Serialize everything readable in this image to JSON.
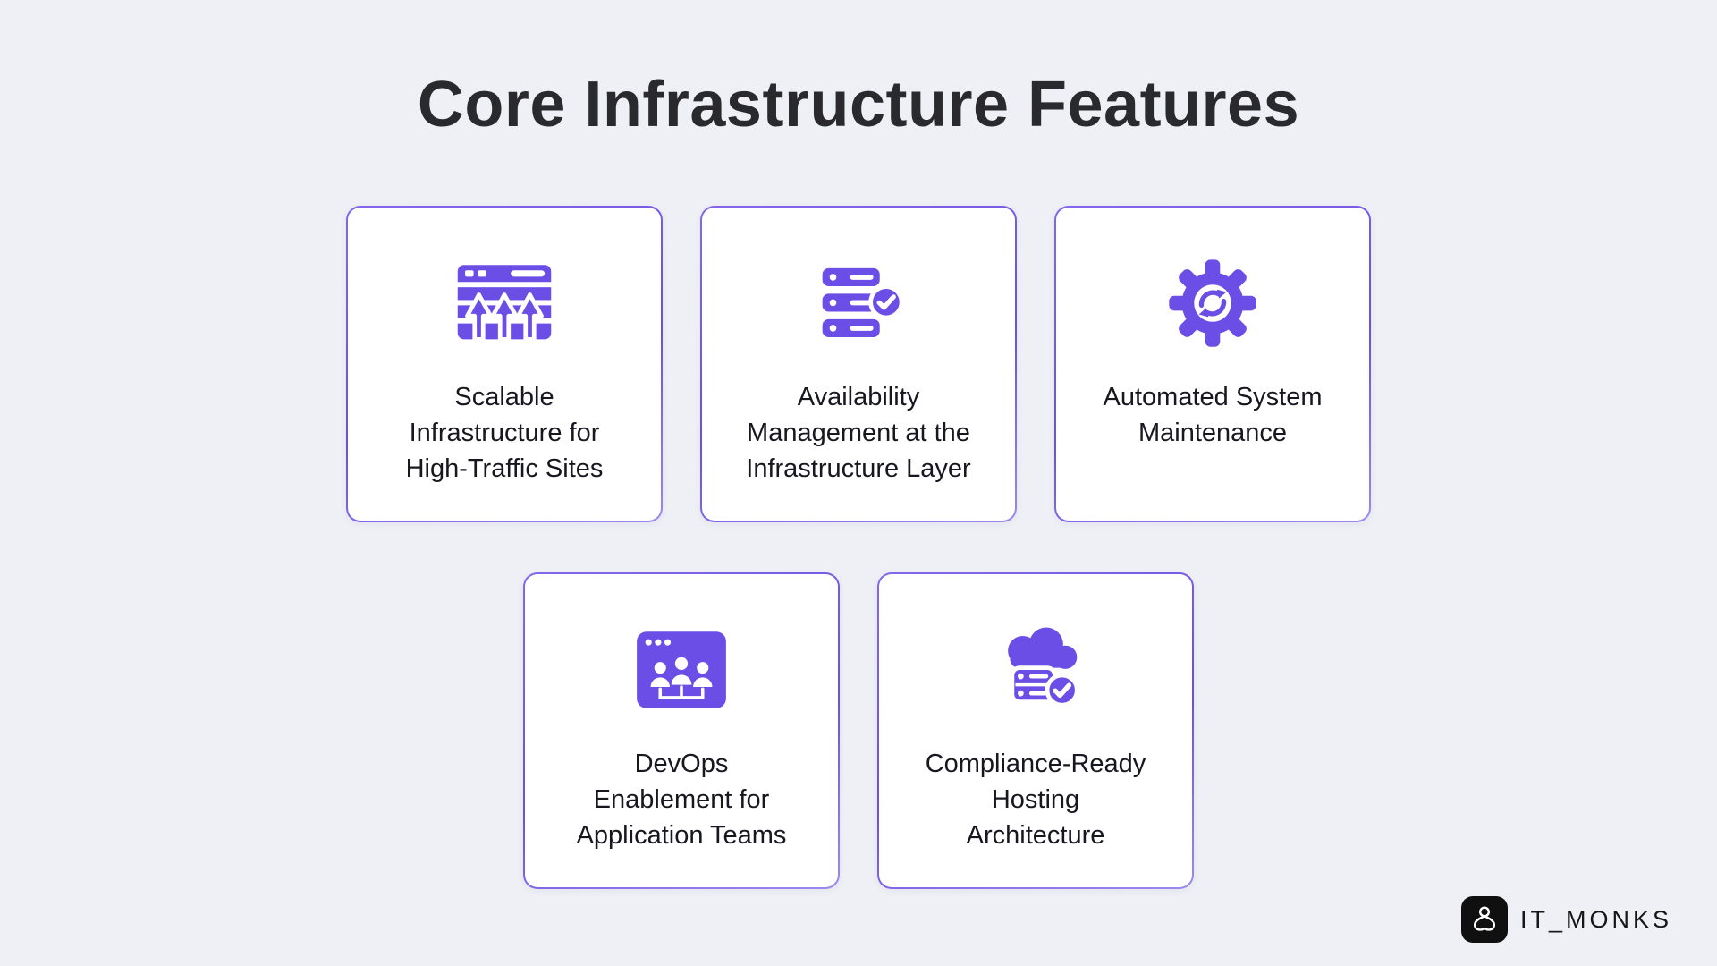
{
  "page": {
    "title": "Core Infrastructure Features",
    "background_color": "#eef0f5",
    "accent_color": "#6B4EE6",
    "card_background": "#ffffff",
    "card_border_gradient": [
      "#8468ea",
      "#6c4ee2",
      "#9d89f0"
    ],
    "title_color": "#2a2a2e",
    "label_color": "#17171f"
  },
  "cards": [
    {
      "icon": "scalable-traffic-server-icon",
      "label": "Scalable\nInfrastructure for\nHigh-Traffic Sites"
    },
    {
      "icon": "server-stack-check-icon",
      "label": "Availability\nManagement at the\nInfrastructure Layer"
    },
    {
      "icon": "gear-refresh-icon",
      "label": "Automated System\nMaintenance"
    },
    {
      "icon": "team-browser-window-icon",
      "label": "DevOps\nEnablement for\nApplication Teams"
    },
    {
      "icon": "cloud-server-check-icon",
      "label": "Compliance-Ready\nHosting\nArchitecture"
    }
  ],
  "footer": {
    "brand": "IT_MONKS"
  }
}
